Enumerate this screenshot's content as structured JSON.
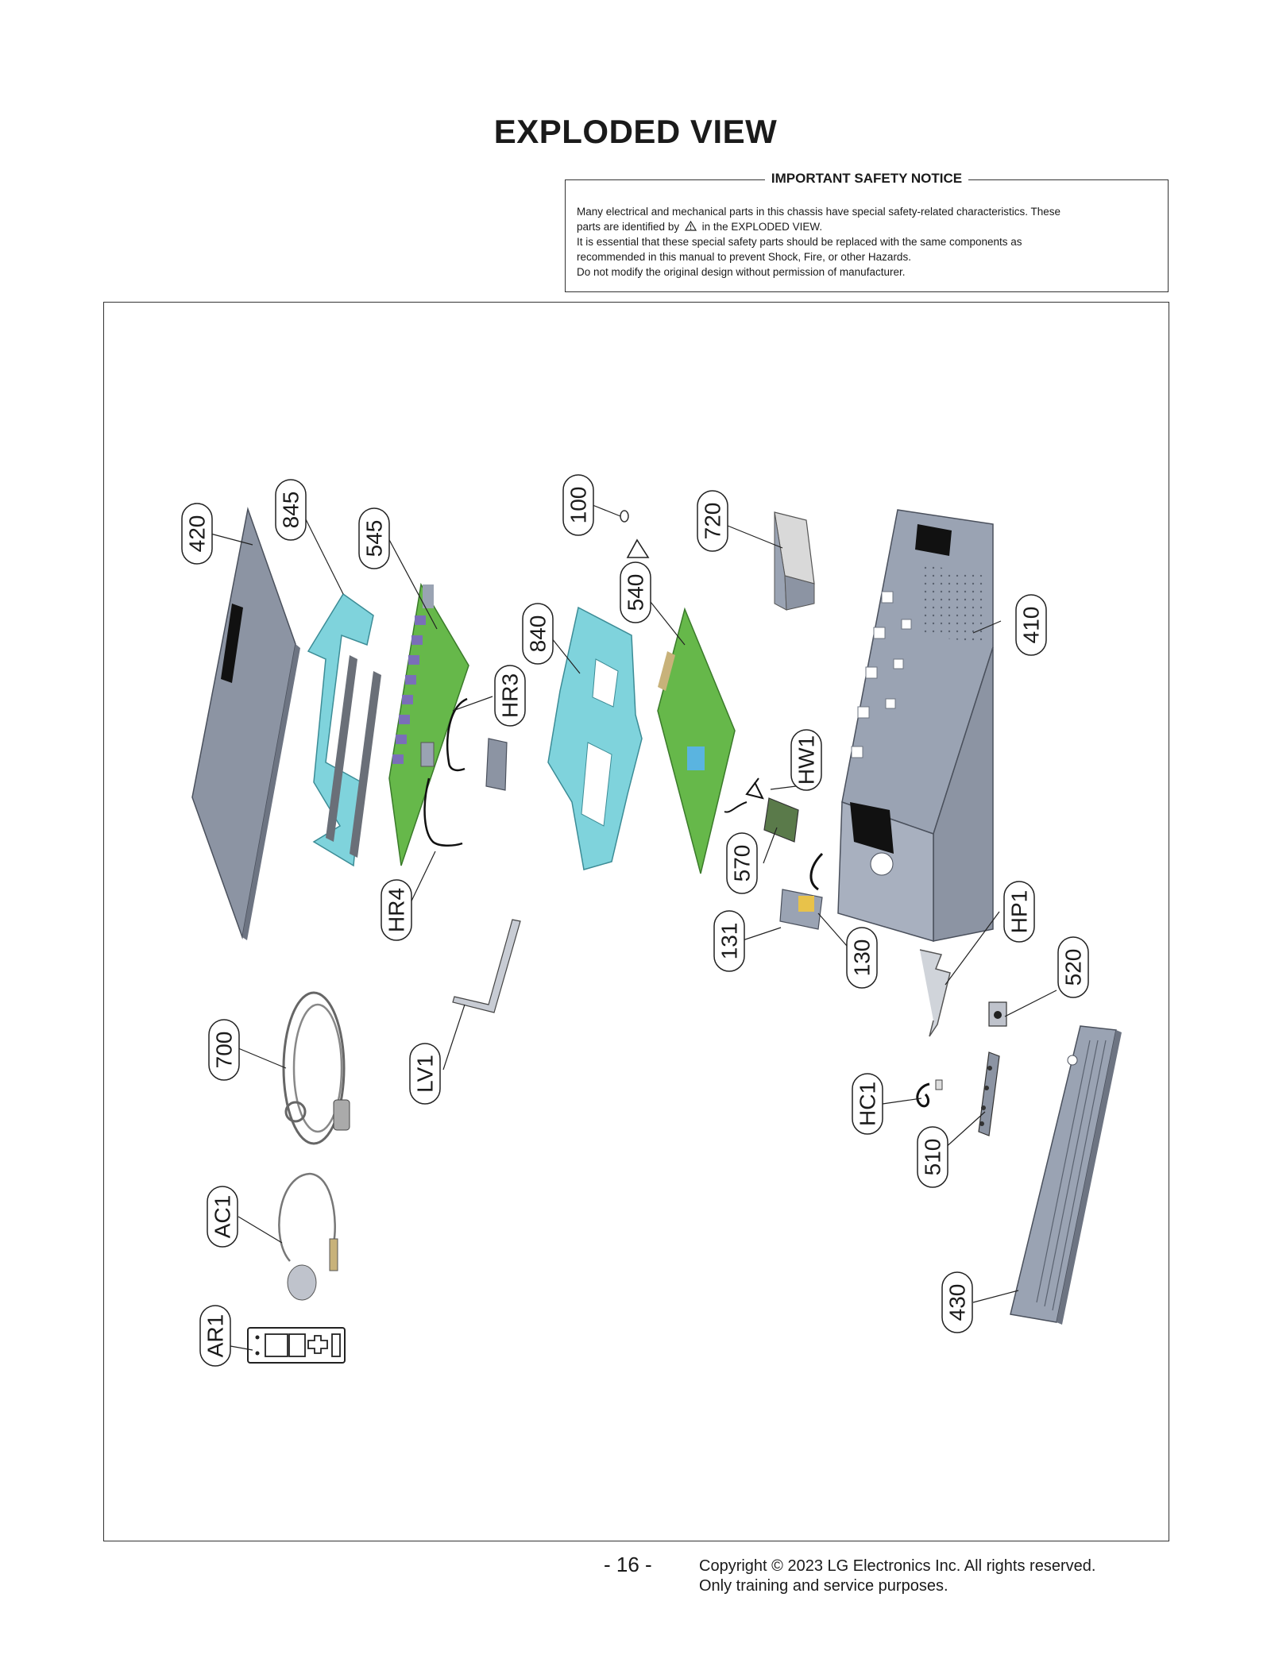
{
  "title": "EXPLODED VIEW",
  "notice": {
    "heading": "IMPORTANT SAFETY NOTICE",
    "line1": "Many electrical and mechanical parts in this chassis have special safety-related characteristics. These",
    "line2a": "parts are identified by",
    "line2b": "in the EXPLODED VIEW.",
    "line3": "It is essential that these special safety parts should be replaced with the same components as",
    "line4": "recommended in this manual to prevent Shock, Fire, or other Hazards.",
    "line5": "Do not modify the original design without permission of manufacturer."
  },
  "labels": {
    "p420": "420",
    "p845": "845",
    "p545": "545",
    "p100": "100",
    "p720": "720",
    "p540": "540",
    "p840": "840",
    "p410": "410",
    "hr3": "HR3",
    "hw1": "HW1",
    "hr4": "HR4",
    "p570": "570",
    "p131": "131",
    "p130": "130",
    "hp1": "HP1",
    "p520": "520",
    "p700": "700",
    "lv1": "LV1",
    "hc1": "HC1",
    "p510": "510",
    "ac1": "AC1",
    "p430": "430",
    "ar1": "AR1"
  },
  "footer": {
    "page": "- 16 -",
    "copyright_line1": "Copyright © 2023 LG Electronics Inc. All rights reserved.",
    "copyright_line2": "Only training and service purposes."
  },
  "colors": {
    "cover": "#8c94a3",
    "bracket": "#7fd3dc",
    "board": "#66b84a",
    "chassis": "#9aa3b3"
  }
}
